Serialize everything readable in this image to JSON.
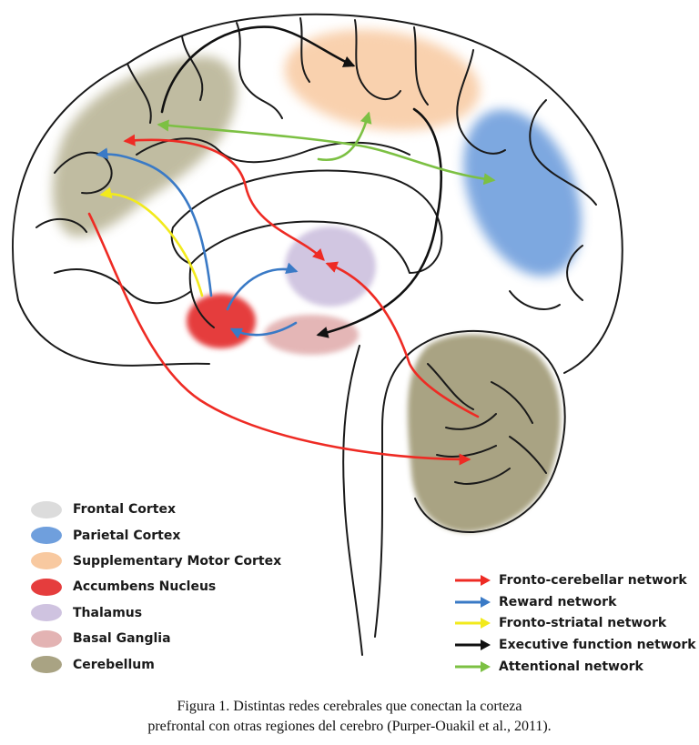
{
  "legend_regions": [
    {
      "name": "Frontal Cortex",
      "color": "#dcdcdc"
    },
    {
      "name": "Parietal Cortex",
      "color": "#6f9fdd"
    },
    {
      "name": "Supplementary Motor Cortex",
      "color": "#f8c9a0"
    },
    {
      "name": "Accumbens Nucleus",
      "color": "#e53d3d"
    },
    {
      "name": "Thalamus",
      "color": "#cfc3e0"
    },
    {
      "name": "Basal Ganglia",
      "color": "#e3b3b3"
    },
    {
      "name": "Cerebellum",
      "color": "#a9a383"
    }
  ],
  "legend_networks": [
    {
      "name": "Fronto-cerebellar network",
      "color": "#ee2b24"
    },
    {
      "name": "Reward network",
      "color": "#3a7ac6"
    },
    {
      "name": "Fronto-striatal network",
      "color": "#f2ea1c"
    },
    {
      "name": "Executive function network",
      "color": "#111111"
    },
    {
      "name": "Attentional network",
      "color": "#7cc043"
    }
  ],
  "region_fills": {
    "frontal_overlay": "#b6b191",
    "cerebellum_fill": "#a59f7d",
    "outline": "#1a1a1a"
  },
  "caption": {
    "line1": "Figura 1. Distintas redes cerebrales que conectan la corteza",
    "line2": "prefrontal con otras regiones del cerebro (Purper-Ouakil et al., 2011)."
  }
}
